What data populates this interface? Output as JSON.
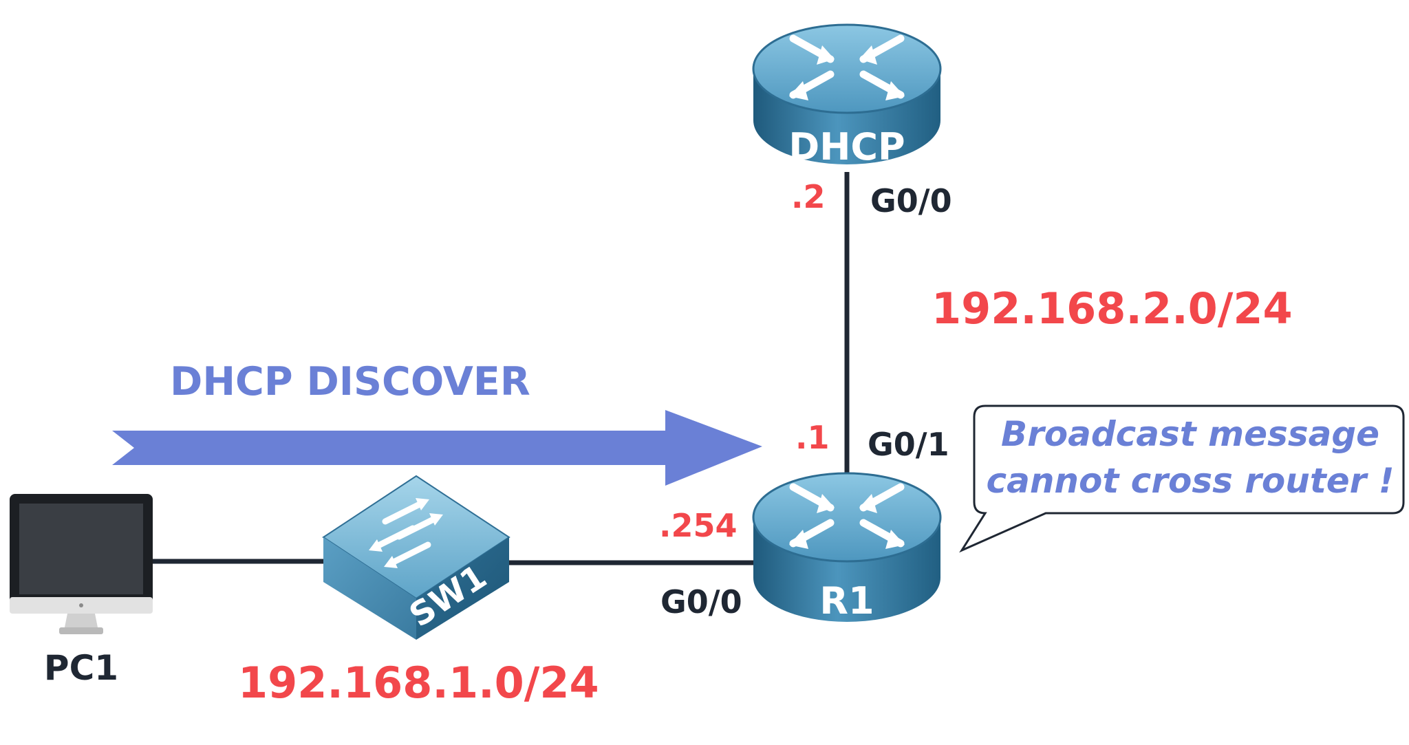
{
  "devices": {
    "dhcp_router_label": "DHCP",
    "r1_label": "R1",
    "switch_label": "SW1",
    "pc_label": "PC1"
  },
  "interfaces": {
    "dhcp_g0_0": "G0/0",
    "r1_g0_1": "G0/1",
    "r1_g0_0": "G0/0"
  },
  "addresses": {
    "dhcp_host": ".2",
    "r1_g0_1_host": ".1",
    "r1_g0_0_host": ".254",
    "subnet_top": "192.168.2.0/24",
    "subnet_bottom": "192.168.1.0/24"
  },
  "message": {
    "label": "DHCP DISCOVER"
  },
  "callout": {
    "line1": "Broadcast message",
    "line2": "cannot cross router !"
  },
  "colors": {
    "address": "#f2474b",
    "interface": "#1f2733",
    "message": "#6a80d6",
    "device": "#3d7fa6"
  },
  "icons": [
    "router-icon",
    "switch-icon",
    "desktop-computer-icon",
    "arrow-right-icon",
    "speech-bubble-icon"
  ]
}
